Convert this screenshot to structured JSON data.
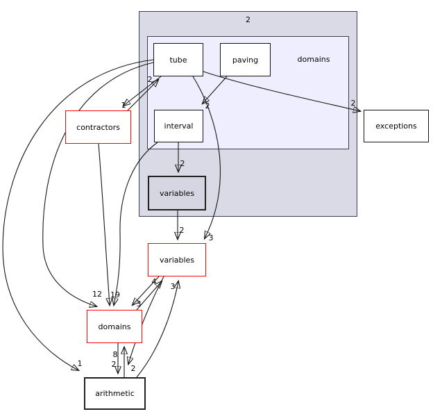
{
  "diagram": {
    "type": "doxygen-directory-dependency-graph",
    "clusters": [
      {
        "id": "2",
        "label": "2"
      },
      {
        "id": "domains",
        "label": "domains"
      }
    ],
    "nodes": [
      {
        "id": "tube",
        "label": "tube",
        "border": "black"
      },
      {
        "id": "paving",
        "label": "paving",
        "border": "black"
      },
      {
        "id": "interval",
        "label": "interval",
        "border": "black"
      },
      {
        "id": "variables_inner",
        "label": "variables",
        "border": "black-bold",
        "fill": "#d6d6e2"
      },
      {
        "id": "exceptions",
        "label": "exceptions",
        "border": "black"
      },
      {
        "id": "contractors",
        "label": "contractors",
        "border": "red"
      },
      {
        "id": "variables",
        "label": "variables",
        "border": "red"
      },
      {
        "id": "domains",
        "label": "domains",
        "border": "red"
      },
      {
        "id": "arithmetic",
        "label": "arithmetic",
        "border": "black-bold"
      }
    ],
    "edges": [
      {
        "from": "tube",
        "to": "contractors",
        "label": "1"
      },
      {
        "from": "contractors",
        "to": "tube",
        "label": "2"
      },
      {
        "from": "paving",
        "to": "interval",
        "label": "2"
      },
      {
        "from": "tube",
        "to": "exceptions",
        "label": "2"
      },
      {
        "from": "interval",
        "to": "variables_inner",
        "label": "2"
      },
      {
        "from": "variables_inner",
        "to": "variables",
        "label": "2"
      },
      {
        "from": "tube",
        "to": "variables",
        "label": "3"
      },
      {
        "from": "tube",
        "to": "domains",
        "label": "12"
      },
      {
        "from": "contractors",
        "to": "domains",
        "label": "19"
      },
      {
        "from": "interval",
        "to": "domains",
        "label": ""
      },
      {
        "from": "domains",
        "to": "variables",
        "label": "4"
      },
      {
        "from": "variables",
        "to": "domains",
        "label": "3"
      },
      {
        "from": "domains",
        "to": "arithmetic",
        "label": "2"
      },
      {
        "from": "arithmetic",
        "to": "domains",
        "label": "8"
      },
      {
        "from": "variables",
        "to": "arithmetic",
        "label": "2"
      },
      {
        "from": "arithmetic",
        "to": "variables",
        "label": "3"
      },
      {
        "from": "tube",
        "to": "arithmetic",
        "label": "1"
      }
    ],
    "colors": {
      "cluster_outer_fill": "#dadae6",
      "cluster_inner_fill": "#eeeeff",
      "cluster_border": "#3c3c50",
      "node_fill": "#ffffff",
      "current_dir_fill": "#d6d6e2",
      "red_border": "#ff0000",
      "edge": "#151515",
      "background": "#ffffff"
    }
  }
}
